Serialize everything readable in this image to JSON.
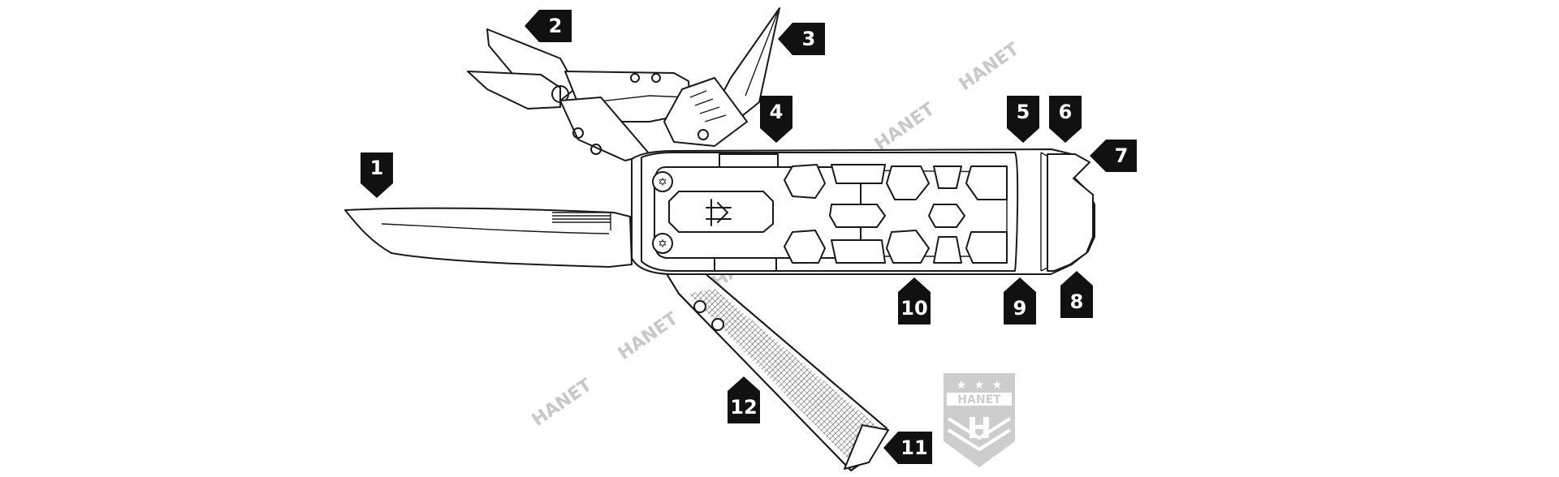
{
  "diagram": {
    "callouts": [
      {
        "id": "1",
        "label": "1"
      },
      {
        "id": "2",
        "label": "2"
      },
      {
        "id": "3",
        "label": "3"
      },
      {
        "id": "4",
        "label": "4"
      },
      {
        "id": "5",
        "label": "5"
      },
      {
        "id": "6",
        "label": "6"
      },
      {
        "id": "7",
        "label": "7"
      },
      {
        "id": "8",
        "label": "8"
      },
      {
        "id": "9",
        "label": "9"
      },
      {
        "id": "10",
        "label": "10"
      },
      {
        "id": "11",
        "label": "11"
      },
      {
        "id": "12",
        "label": "12"
      }
    ]
  },
  "watermark": {
    "text": "HANET",
    "logo_text": "HANET",
    "logo_letter": "H"
  },
  "colors": {
    "line": "#1a1a1a",
    "callout_fill": "#111111",
    "callout_text": "#ffffff",
    "watermark": "#c8c8c8"
  }
}
